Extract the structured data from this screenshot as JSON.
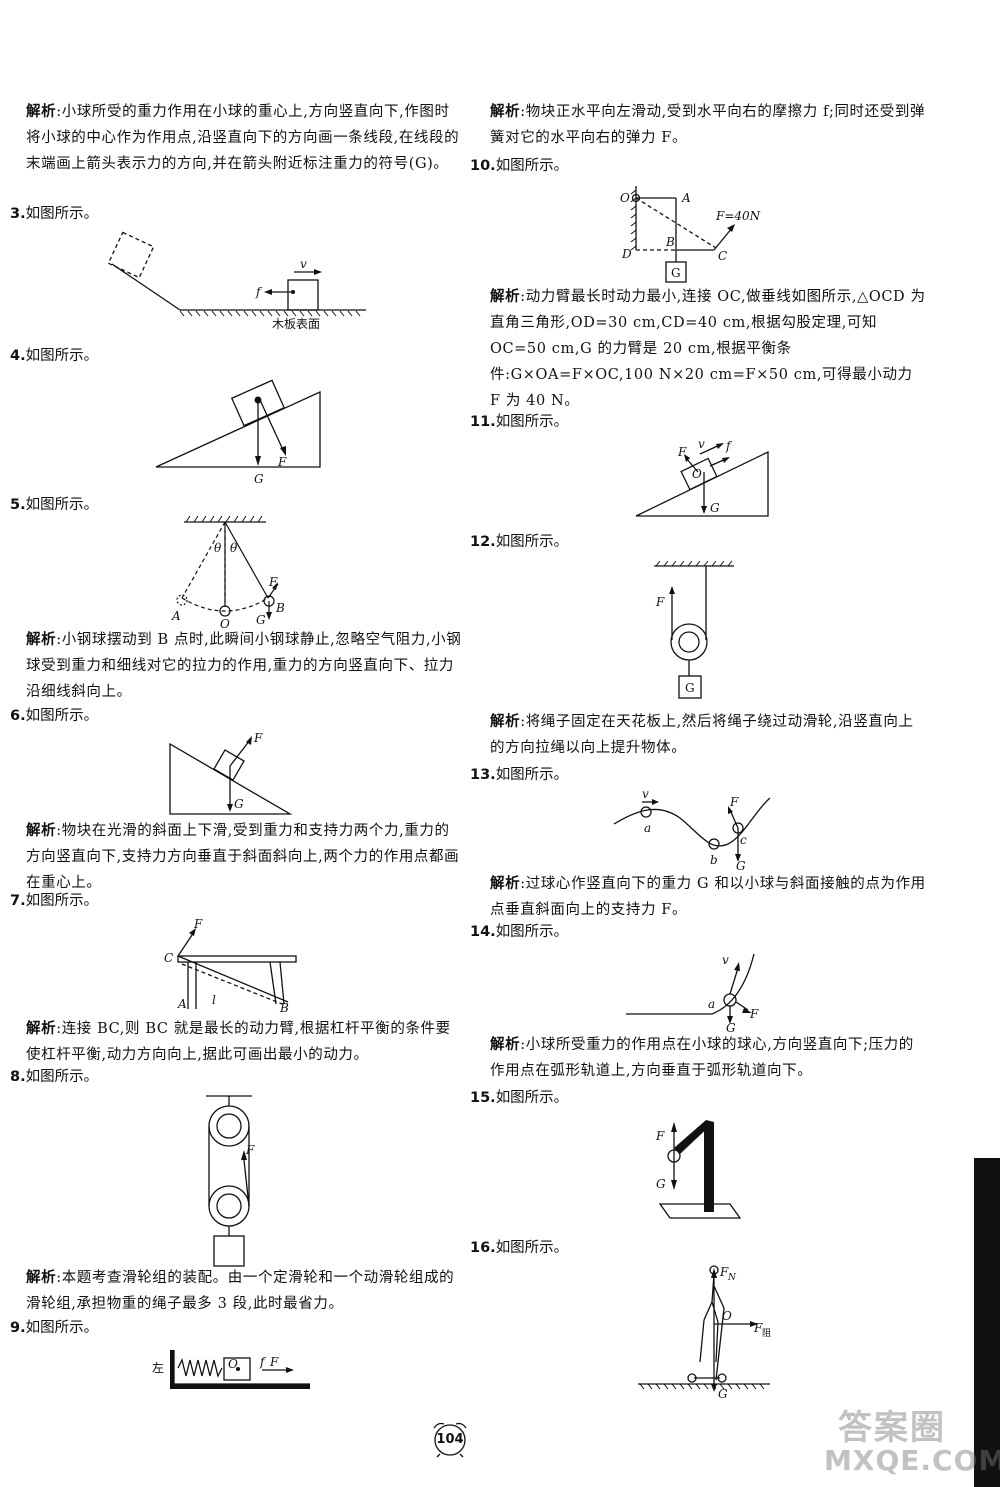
{
  "sections": {
    "s0": {
      "label": "解析",
      "text": ":小球所受的重力作用在小球的重心上,方向竖直向下,作图时将小球的中心作为作用点,沿竖直向下的方向画一条线段,在线段的末端画上箭头表示力的方向,并在箭头附近标注重力的符号(G)。"
    },
    "s3": {
      "num": "3.",
      "title": "如图所示。"
    },
    "s4": {
      "num": "4.",
      "title": "如图所示。"
    },
    "s5": {
      "num": "5.",
      "title": "如图所示。",
      "label": "解析",
      "text": ":小钢球摆动到 B 点时,此瞬间小钢球静止,忽略空气阻力,小钢球受到重力和细线对它的拉力的作用,重力的方向竖直向下、拉力沿细线斜向上。"
    },
    "s6": {
      "num": "6.",
      "title": "如图所示。",
      "label": "解析",
      "text": ":物块在光滑的斜面上下滑,受到重力和支持力两个力,重力的方向竖直向下,支持力方向垂直于斜面斜向上,两个力的作用点都画在重心上。"
    },
    "s7": {
      "num": "7.",
      "title": "如图所示。",
      "label": "解析",
      "text": ":连接 BC,则 BC 就是最长的动力臂,根据杠杆平衡的条件要使杠杆平衡,动力方向向上,据此可画出最小的动力。"
    },
    "s8": {
      "num": "8.",
      "title": "如图所示。",
      "label": "解析",
      "text": ":本题考查滑轮组的装配。由一个定滑轮和一个动滑轮组成的滑轮组,承担物重的绳子最多 3 段,此时最省力。"
    },
    "s9": {
      "num": "9.",
      "title": "如图所示。",
      "label": "解析",
      "text": ":物块正水平向左滑动,受到水平向右的摩擦力 f;同时还受到弹簧对它的水平向右的弹力 F。"
    },
    "s10": {
      "num": "10.",
      "title": "如图所示。",
      "label": "解析",
      "text": ":动力臂最长时动力最小,连接 OC,做垂线如图所示,△OCD 为直角三角形,OD=30 cm,CD=40 cm,根据勾股定理,可知 OC=50 cm,G 的力臂是 20 cm,根据平衡条件:G×OA=F×OC,100 N×20 cm=F×50 cm,可得最小动力 F 为 40 N。"
    },
    "s11": {
      "num": "11.",
      "title": "如图所示。"
    },
    "s12": {
      "num": "12.",
      "title": "如图所示。",
      "label": "解析",
      "text": ":将绳子固定在天花板上,然后将绳子绕过动滑轮,沿竖直向上的方向拉绳以向上提升物体。"
    },
    "s13": {
      "num": "13.",
      "title": "如图所示。",
      "label": "解析",
      "text": ":过球心作竖直向下的重力 G 和以小球与斜面接触的点为作用点垂直斜面向上的支持力 F。"
    },
    "s14": {
      "num": "14.",
      "title": "如图所示。",
      "label": "解析",
      "text": ":小球所受重力的作用点在小球的球心,方向竖直向下;压力的作用点在弧形轨道上,方向垂直于弧形轨道向下。"
    },
    "s15": {
      "num": "15.",
      "title": "如图所示。"
    },
    "s16": {
      "num": "16.",
      "title": "如图所示。"
    }
  },
  "figures": {
    "f3": {
      "board": "木板表面",
      "v": "v",
      "f": "f"
    },
    "f4": {
      "G": "G",
      "F": "F"
    },
    "f5": {
      "F": "F",
      "A": "A",
      "O": "O",
      "B": "B",
      "G": "G",
      "theta": "θ"
    },
    "f6": {
      "F": "F",
      "G": "G"
    },
    "f7": {
      "F": "F",
      "C": "C",
      "A": "A",
      "l": "l",
      "B": "B"
    },
    "f8": {
      "F": "F"
    },
    "f9": {
      "left": "左",
      "O": "O",
      "f": "f",
      "F": "F"
    },
    "f10": {
      "O": "O",
      "A": "A",
      "F": "F=40N",
      "D": "D",
      "B": "B",
      "C": "C",
      "G": "G"
    },
    "f11": {
      "F": "F",
      "v": "v",
      "f": "f",
      "O": "O",
      "G": "G"
    },
    "f12": {
      "F": "F",
      "G": "G"
    },
    "f13": {
      "v": "v",
      "a": "a",
      "F": "F",
      "b": "b",
      "c": "c",
      "G": "G"
    },
    "f14": {
      "v": "v",
      "a": "a",
      "F": "F",
      "G": "G"
    },
    "f15": {
      "F": "F",
      "G": "G"
    },
    "f16": {
      "FN": "F",
      "FN_sub": "N",
      "O": "O",
      "Ff": "F",
      "Ff_sub": "阻",
      "G": "G"
    }
  },
  "page_number": "104",
  "watermark": {
    "top": "答案圈",
    "bottom": "MXQE.COM"
  }
}
